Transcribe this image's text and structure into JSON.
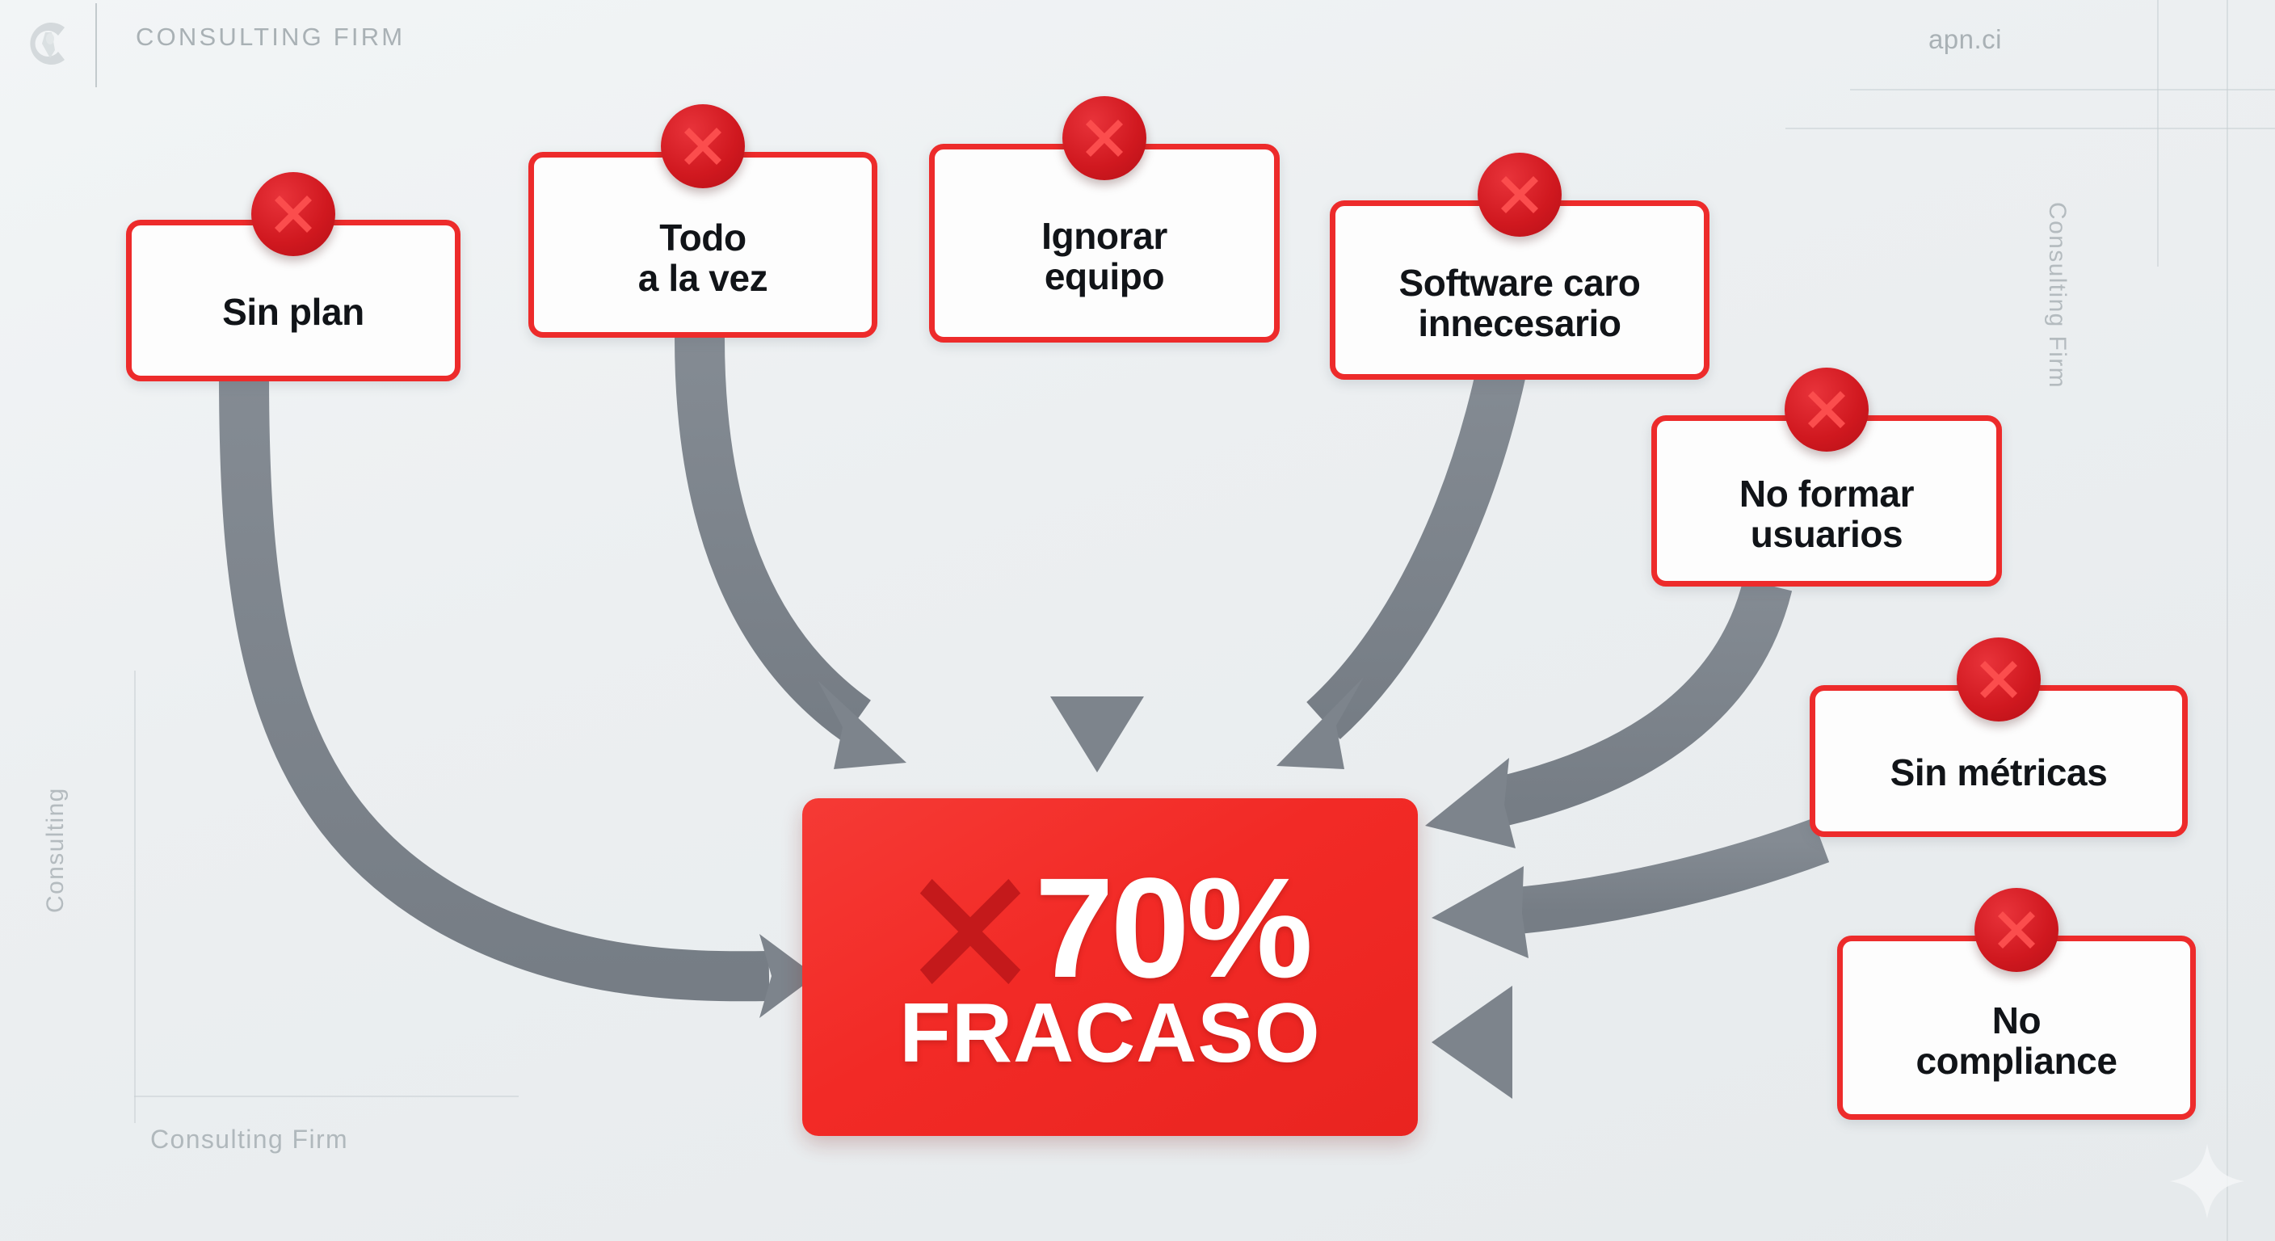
{
  "header": {
    "brand_name": "CONSULTING FIRM",
    "site_url": "apn.ci",
    "logo_icon": "consulting-firm-logo-icon"
  },
  "watermarks": {
    "right_vertical": "Consulting Firm",
    "left_vertical": "Consulting",
    "bottom_left": "Consulting Firm",
    "sparkle_icon": "sparkle-icon"
  },
  "result": {
    "x_icon": "cross-mark-icon",
    "value": "70%",
    "caption": "FRACASO"
  },
  "colors": {
    "accent_red": "#ed2b2b",
    "result_red": "#f22a26",
    "result_x_dark_red": "#c4191b",
    "arrow_gray": "#7d848c",
    "background": "#eceff1",
    "card_text": "#111418",
    "watermark_gray": "#b4bbbf"
  },
  "cards": [
    {
      "id": "sin-plan",
      "label": "Sin plan",
      "badge_icon": "red-cross-badge-icon",
      "lines": 1
    },
    {
      "id": "todo-a-la-vez",
      "label": "Todo\na la vez",
      "badge_icon": "red-cross-badge-icon",
      "lines": 2
    },
    {
      "id": "ignorar-equipo",
      "label": "Ignorar\nequipo",
      "badge_icon": "red-cross-badge-icon",
      "lines": 2
    },
    {
      "id": "software-caro-innecesario",
      "label": "Software caro\ninnecesario",
      "badge_icon": "red-cross-badge-icon",
      "lines": 2
    },
    {
      "id": "no-formar-usuarios",
      "label": "No formar\nusuarios",
      "badge_icon": "red-cross-badge-icon",
      "lines": 2
    },
    {
      "id": "sin-metricas",
      "label": "Sin métricas",
      "badge_icon": "red-cross-badge-icon",
      "lines": 1
    },
    {
      "id": "no-compliance",
      "label": "No\ncompliance",
      "badge_icon": "red-cross-badge-icon",
      "lines": 2
    }
  ],
  "chart_data": {
    "type": "diagram",
    "title": "70% FRACASO",
    "center_node": "70% FRACASO",
    "relationship": "converging-causes",
    "nodes": [
      "Sin plan",
      "Todo a la vez",
      "Ignorar equipo",
      "Software caro innecesario",
      "No formar usuarios",
      "Sin métricas",
      "No compliance"
    ],
    "edges": [
      {
        "from": "Sin plan",
        "to": "70% FRACASO",
        "style": "curved-arrow"
      },
      {
        "from": "Todo a la vez",
        "to": "70% FRACASO",
        "style": "curved-arrow"
      },
      {
        "from": "Ignorar equipo",
        "to": "70% FRACASO",
        "style": "straight-arrow"
      },
      {
        "from": "Software caro innecesario",
        "to": "70% FRACASO",
        "style": "curved-arrow"
      },
      {
        "from": "No formar usuarios",
        "to": "70% FRACASO",
        "style": "curved-arrow"
      },
      {
        "from": "Sin métricas",
        "to": "70% FRACASO",
        "style": "curved-arrow"
      },
      {
        "from": "No compliance",
        "to": "70% FRACASO",
        "style": "straight-arrow"
      }
    ]
  }
}
